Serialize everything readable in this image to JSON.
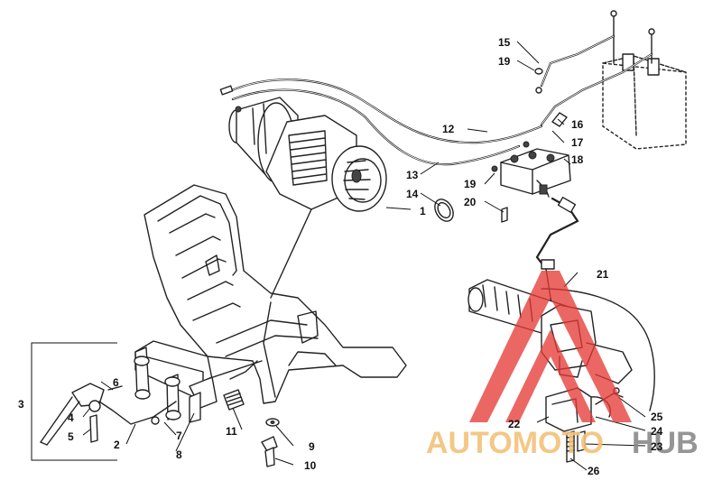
{
  "callouts": [
    {
      "id": "c1",
      "label": "1"
    },
    {
      "id": "c2",
      "label": "2"
    },
    {
      "id": "c3",
      "label": "3"
    },
    {
      "id": "c4",
      "label": "4"
    },
    {
      "id": "c5",
      "label": "5"
    },
    {
      "id": "c6",
      "label": "6"
    },
    {
      "id": "c7",
      "label": "7"
    },
    {
      "id": "c8",
      "label": "8"
    },
    {
      "id": "c9",
      "label": "9"
    },
    {
      "id": "c10",
      "label": "10"
    },
    {
      "id": "c11",
      "label": "11"
    },
    {
      "id": "c12",
      "label": "12"
    },
    {
      "id": "c13",
      "label": "13"
    },
    {
      "id": "c14",
      "label": "14"
    },
    {
      "id": "c15",
      "label": "15"
    },
    {
      "id": "c16",
      "label": "16"
    },
    {
      "id": "c17",
      "label": "17"
    },
    {
      "id": "c18",
      "label": "18"
    },
    {
      "id": "c19a",
      "label": "19"
    },
    {
      "id": "c19b",
      "label": "19"
    },
    {
      "id": "c20",
      "label": "20"
    },
    {
      "id": "c21",
      "label": "21"
    },
    {
      "id": "c22",
      "label": "22"
    },
    {
      "id": "c23",
      "label": "23"
    },
    {
      "id": "c24",
      "label": "24"
    },
    {
      "id": "c25",
      "label": "25"
    },
    {
      "id": "c26",
      "label": "26"
    }
  ],
  "watermark": {
    "part1": "AUTOMOTO",
    "part2": "HUB",
    "part1_color": "#f3c27a",
    "part2_color": "#8a8a8a",
    "logo_color": "#e53935"
  }
}
